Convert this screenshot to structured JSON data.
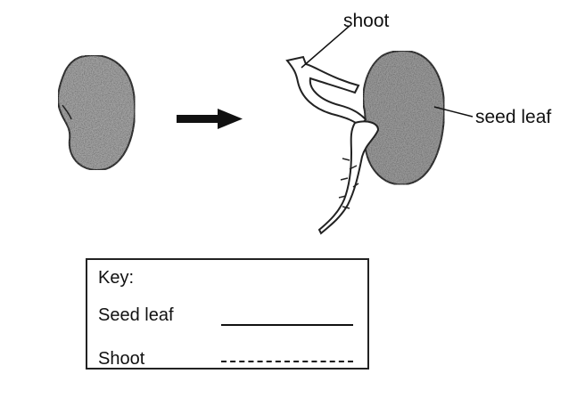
{
  "labels": {
    "shoot": "shoot",
    "seed_leaf": "seed leaf"
  },
  "key": {
    "title": "Key:",
    "items": [
      {
        "label": "Seed leaf",
        "line_style": "solid"
      },
      {
        "label": "Shoot",
        "line_style": "dashed"
      }
    ]
  },
  "colors": {
    "ink": "#111111",
    "seed_fill": "#9a9a9a",
    "background": "#ffffff"
  },
  "icons": [
    "right-arrow-icon"
  ]
}
